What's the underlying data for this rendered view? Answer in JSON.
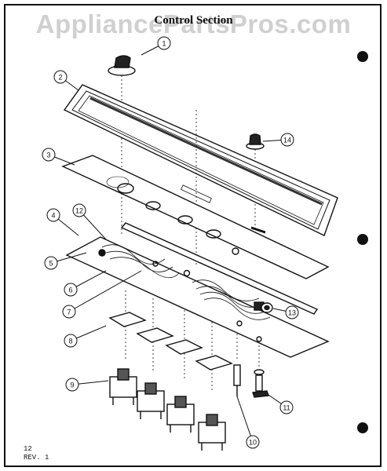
{
  "watermark": "AppliancePartsPros.com",
  "title": "Control Section",
  "page_number": "12",
  "revision": "REV. 1",
  "callouts": [
    "1",
    "2",
    "3",
    "4",
    "5",
    "6",
    "7",
    "8",
    "9",
    "10",
    "11",
    "12",
    "13",
    "14"
  ]
}
